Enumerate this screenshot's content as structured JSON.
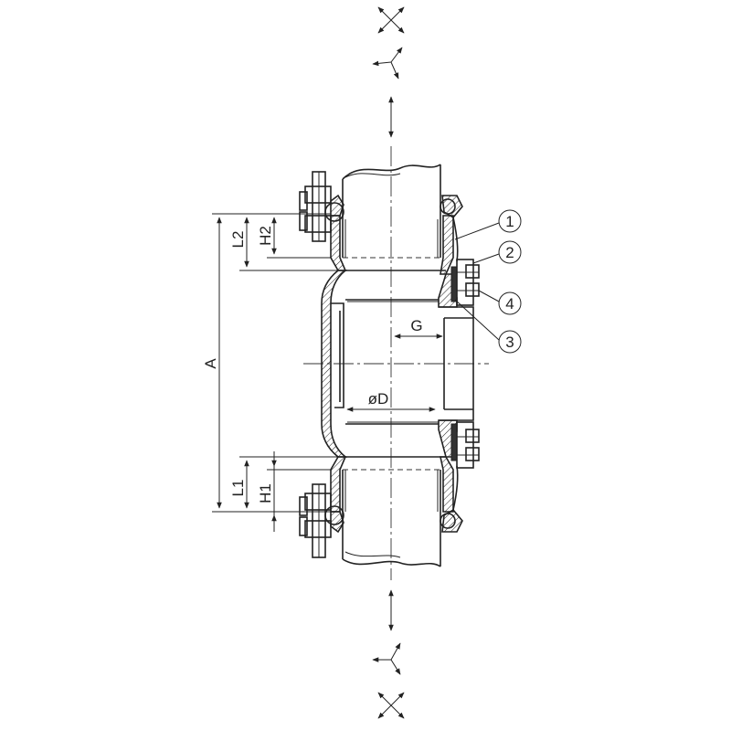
{
  "labels": {
    "A": "A",
    "L1": "L1",
    "L2": "L2",
    "H1": "H1",
    "H2": "H2",
    "G": "G",
    "D": "øD"
  },
  "callouts": [
    "1",
    "2",
    "3",
    "4"
  ],
  "icons": {
    "top_cross": "four-way-arrow-icon",
    "top_three_way": "three-way-arrow-icon",
    "top_vertical": "vertical-double-arrow-icon",
    "bottom_vertical": "vertical-double-arrow-icon",
    "bottom_three_way": "three-way-arrow-icon",
    "bottom_cross": "four-way-arrow-icon"
  }
}
